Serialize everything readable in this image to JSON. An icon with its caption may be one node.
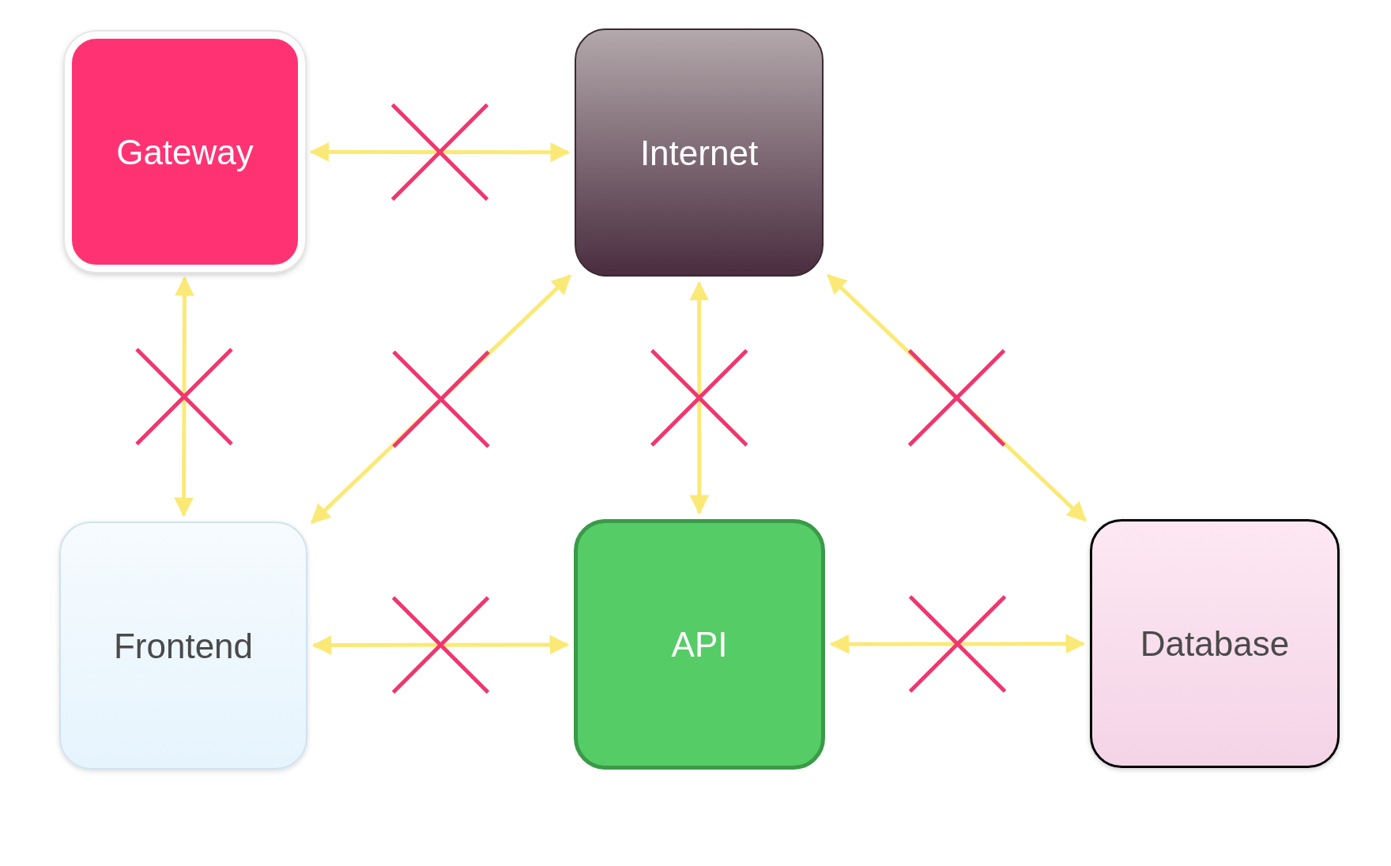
{
  "diagram": {
    "nodes": [
      {
        "text": [
          "Gateway"
        ]
      },
      {
        "text": [
          "Internet"
        ]
      },
      {
        "text": [
          "Frontend"
        ]
      },
      {
        "text": [
          "API"
        ]
      },
      {
        "text": [
          "Database"
        ]
      }
    ],
    "edges": [
      {
        "from": 0,
        "to": 1,
        "arrow": "both"
      },
      {
        "from": 0,
        "to": 2,
        "arrow": "both"
      },
      {
        "from": 2,
        "to": 1,
        "arrow": "both"
      },
      {
        "from": 1,
        "to": 3,
        "arrow": "both"
      },
      {
        "from": 1,
        "to": 4,
        "arrow": "both"
      },
      {
        "from": 2,
        "to": 3,
        "arrow": "both"
      },
      {
        "from": 3,
        "to": 4,
        "arrow": "both"
      }
    ]
  }
}
